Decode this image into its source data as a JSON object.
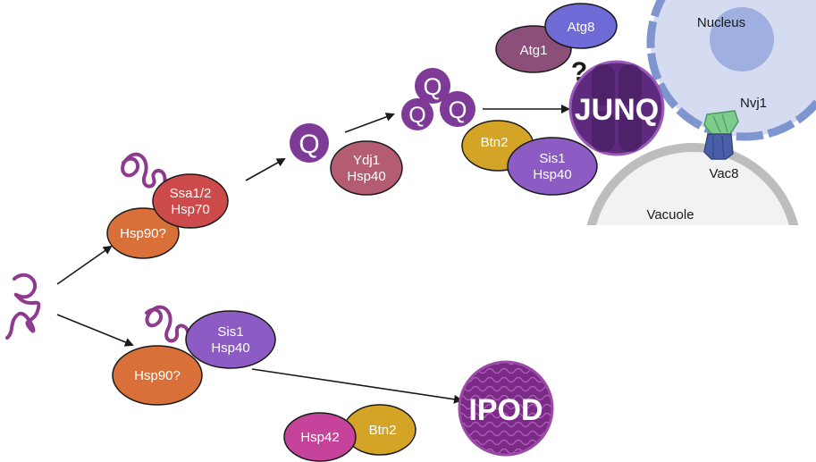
{
  "labels": {
    "nucleus": "Nucleus",
    "vacuole": "Vacuole",
    "nvj1": "Nvj1",
    "vac8": "Vac8",
    "junq": "JUNQ",
    "ipod": "IPOD",
    "question": "?",
    "q": "Q"
  },
  "proteins": {
    "atg8": "Atg8",
    "atg1": "Atg1",
    "ssa_line1": "Ssa1/2",
    "ssa_line2": "Hsp70",
    "hsp90_top": "Hsp90?",
    "ydj1_line1": "Ydj1",
    "ydj1_line2": "Hsp40",
    "btn2_top": "Btn2",
    "sis1_top_line1": "Sis1",
    "sis1_top_line2": "Hsp40",
    "sis1_bot_line1": "Sis1",
    "sis1_bot_line2": "Hsp40",
    "hsp90_bot": "Hsp90?",
    "hsp42": "Hsp42",
    "btn2_bot": "Btn2"
  },
  "colors": {
    "purple_chain": "#8e3a8e",
    "hsp90": "#d9703a",
    "ssa": "#cc4a4a",
    "ydj1": "#b35c72",
    "btn2": "#d4a426",
    "sis1": "#8c5bc4",
    "atg1": "#8b4f7a",
    "atg8": "#6e6ad6",
    "hsp42": "#c5439a",
    "q_aggregate": "#7d3a97",
    "junq": "#5e2a7e",
    "ipod": "#7a2b86",
    "nucleus_fill": "#d5dcf2",
    "nucleus_inner": "#9fb0e0",
    "nucleus_membrane": "#7f95cf",
    "vacuole_fill": "#f2f2f2",
    "vacuole_membrane": "#bdbdbd",
    "nvj1": "#7ecb8d",
    "vac8": "#4a5fa8"
  }
}
